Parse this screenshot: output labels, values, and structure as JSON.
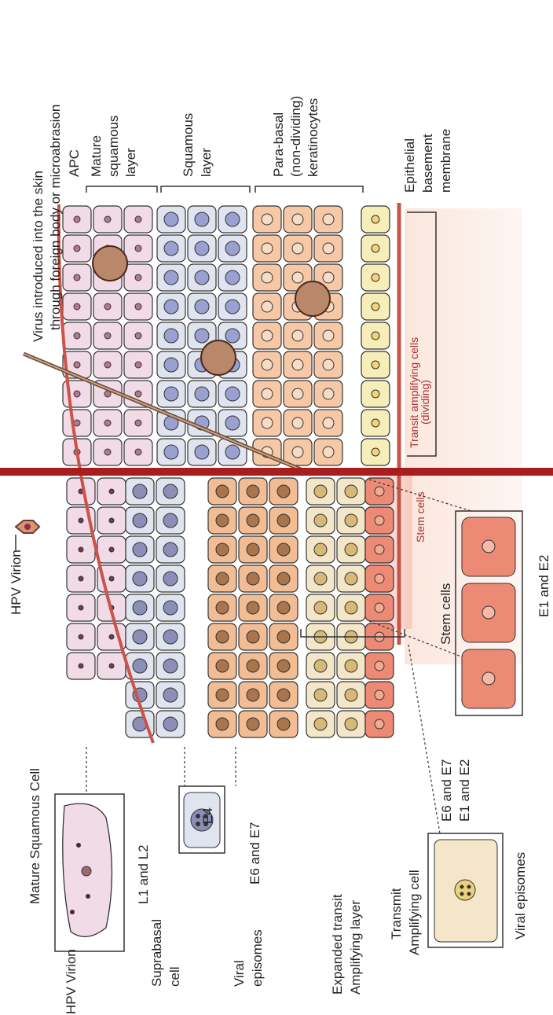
{
  "diagram": {
    "labels": {
      "virus_intro_1": "Virus introduced into the skin",
      "virus_intro_2": "through foreign body or microabrasion",
      "apc": "APC",
      "mature_squamous_layer_1": "Mature",
      "mature_squamous_layer_2": "squamous",
      "mature_squamous_layer_3": "layer",
      "squamous_layer_1": "Squamous",
      "squamous_layer_2": "layer",
      "parabasal_1": "Para-basal",
      "parabasal_2": "(non-dividing)",
      "parabasal_3": "keratinocytes",
      "epithelial_1": "Epithelial",
      "epithelial_2": "basement",
      "epithelial_3": "membrane",
      "transit_amp_1": "Transit amplifying cells",
      "transit_amp_2": "(dividing)",
      "stem_cells_small": "Stem cells",
      "stem_cells": "Stem cells",
      "e1_e2": "E1 and E2",
      "hpv_virion_top": "HPV Virion",
      "mature_squamous_cell": "Mature Squamous Cell",
      "l1_l2": "L1 and L2",
      "hpv_virion_left": "HPV Virion",
      "e4": "E4",
      "suprabasal_1": "Suprabasal",
      "suprabasal_2": "cell",
      "viral_episomes_1": "Viral",
      "viral_episomes_2": "episomes",
      "e6_e7": "E6 and E7",
      "expanded_1": "Expanded transit",
      "expanded_2": "Amplifying layer",
      "transmit_1": "Transmit",
      "transmit_2": "Amplifying cell",
      "e6_e7_b": "E6 and E7",
      "e1_e2_b": "E1 and E2",
      "viral_episomes_b": "Viral episomes"
    },
    "colors": {
      "mature": "#f1dbe6",
      "squamous": "#dfe4ee",
      "parabasal": "#f6c8a6",
      "transit": "#f4e6c9",
      "stem": "#ec8a76",
      "membrane": "#c9544a",
      "divider": "#a81e1e",
      "apc": "#b9876a"
    },
    "icons": [
      "hpv-virion-icon",
      "apc-cell-icon",
      "needle-icon"
    ]
  }
}
